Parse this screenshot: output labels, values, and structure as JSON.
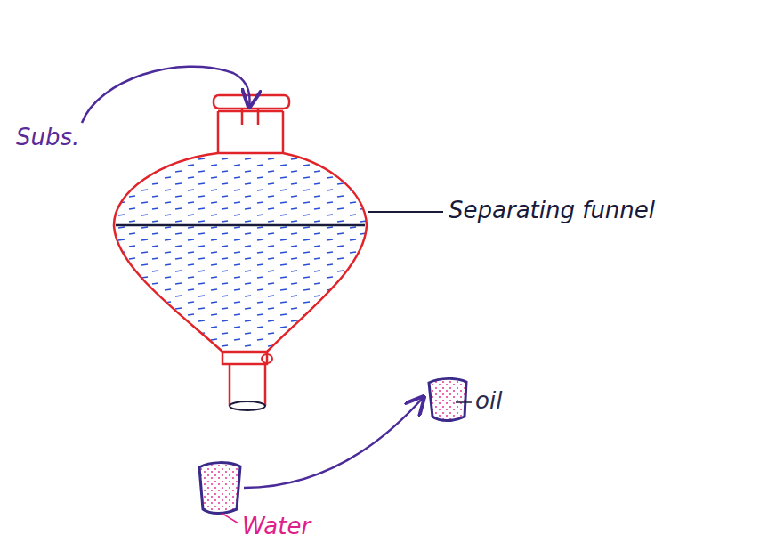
{
  "diagram": {
    "labels": [
      "Subs.",
      "Separating funnel",
      "oil",
      "Water"
    ]
  }
}
